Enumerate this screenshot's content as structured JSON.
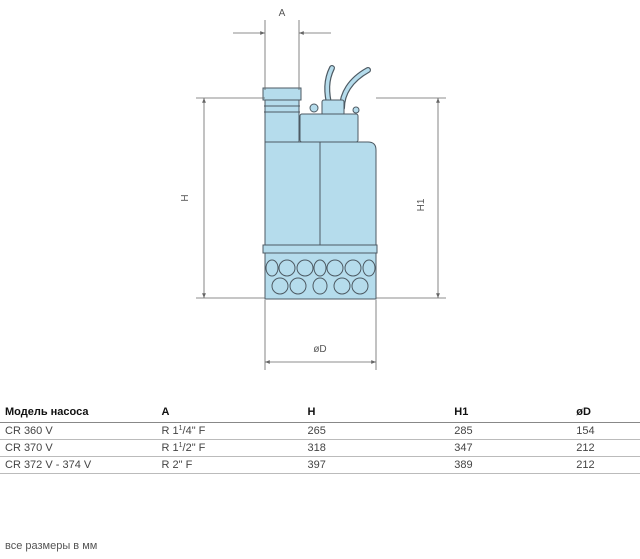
{
  "diagram": {
    "label_A": "A",
    "label_H": "H",
    "label_H1": "H1",
    "label_D": "øD"
  },
  "table": {
    "headers": [
      "Модель насоса",
      "A",
      "H",
      "H1",
      "øD"
    ],
    "rows": [
      {
        "model": "CR 360 V",
        "a": {
          "pre": "R 1",
          "sup": "1",
          "post": "/4\" F"
        },
        "h": "265",
        "h1": "285",
        "d": "154"
      },
      {
        "model": "CR 370 V",
        "a": {
          "pre": "R 1",
          "sup": "1",
          "post": "/2\" F"
        },
        "h": "318",
        "h1": "347",
        "d": "212"
      },
      {
        "model": "CR 372 V - 374 V",
        "a": {
          "pre": "R 2\" F",
          "sup": "",
          "post": ""
        },
        "h": "397",
        "h1": "389",
        "d": "212"
      }
    ]
  },
  "note": "все размеры в мм",
  "colors": {
    "pump_body": "#b5dcec",
    "pump_outline": "#4d5a63",
    "dimension_line": "#666666"
  }
}
